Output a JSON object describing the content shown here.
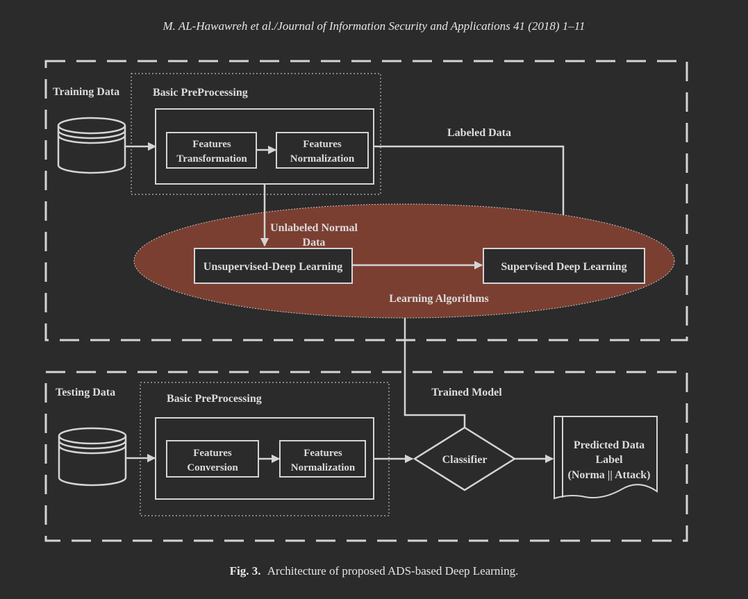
{
  "header": {
    "citation": "M. AL-Hawawreh et al./Journal of Information Security and Applications 41 (2018) 1–11"
  },
  "caption": {
    "fig_label": "Fig. 3.",
    "text": "Architecture of proposed ADS-based Deep Learning."
  },
  "training": {
    "data_label": "Training Data",
    "preprocessing_label": "Basic PreProcessing",
    "box1_line1": "Features",
    "box1_line2": "Transformation",
    "box2_line1": "Features",
    "box2_line2": "Normalization",
    "labeled_data": "Labeled Data",
    "unlabeled_line1": "Unlabeled Normal",
    "unlabeled_line2": "Data"
  },
  "learning": {
    "unsupervised": "Unsupervised-Deep Learning",
    "supervised": "Supervised Deep Learning",
    "algorithms_label": "Learning Algorithms",
    "ellipse_color": "#7b3f32"
  },
  "testing": {
    "data_label": "Testing Data",
    "preprocessing_label": "Basic PreProcessing",
    "box1_line1": "Features",
    "box1_line2": "Conversion",
    "box2_line1": "Features",
    "box2_line2": "Normalization",
    "trained_model": "Trained Model",
    "classifier": "Classifier",
    "predicted_line1": "Predicted Data",
    "predicted_line2": "Label",
    "predicted_line3": "(Norma || Attack)"
  }
}
